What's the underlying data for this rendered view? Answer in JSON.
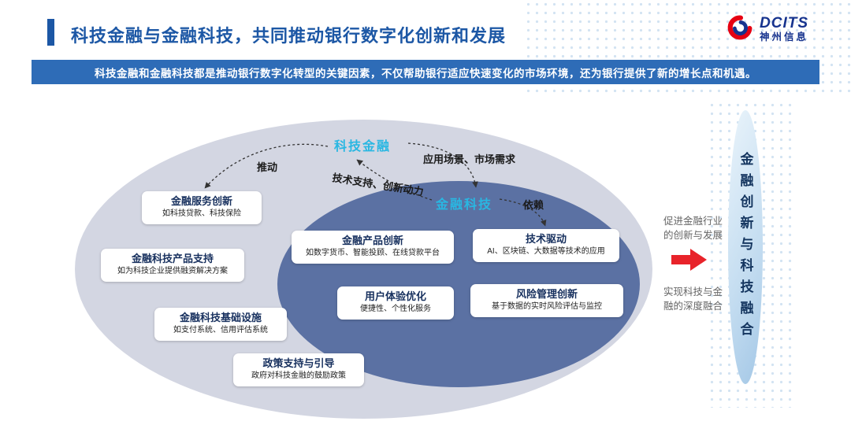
{
  "header": {
    "title": "科技金融与金融科技，共同推动银行数字化创新和发展",
    "logo": {
      "brand": "DCITS",
      "company": "神州信息"
    }
  },
  "banner": {
    "text": "科技金融和金融科技都是推动银行数字化转型的关键因素，不仅帮助银行适应快速变化的市场环境，还为银行提供了新的增长点和机遇。"
  },
  "diagram": {
    "tech_finance_label": "科技金融",
    "fintech_label": "金融科技",
    "edge_labels": {
      "push": "推动",
      "application": "应用场景、市场需求",
      "support": "技术支持、创新动力",
      "depend": "依赖"
    },
    "outer_boxes": [
      {
        "title": "金融服务创新",
        "desc": "如科技贷款、科技保险"
      },
      {
        "title": "金融科技产品支持",
        "desc": "如为科技企业提供融资解决方案"
      },
      {
        "title": "金融科技基础设施",
        "desc": "如支付系统、信用评估系统"
      },
      {
        "title": "政策支持与引导",
        "desc": "政府对科技金融的鼓励政策"
      }
    ],
    "inner_boxes": [
      {
        "title": "金融产品创新",
        "desc": "如数字货币、智能投顾、在线贷款平台"
      },
      {
        "title": "技术驱动",
        "desc": "AI、区块链、大数据等技术的应用"
      },
      {
        "title": "用户体验优化",
        "desc": "便捷性、个性化服务"
      },
      {
        "title": "风险管理创新",
        "desc": "基于数据的实时风险评估与监控"
      }
    ]
  },
  "right_panel": {
    "top_text": "促进金融行业的创新与发展",
    "bottom_text": "实现科技与金融的深度融合",
    "vertical_label": "金融创新与科技融合"
  },
  "icons": {
    "logo_icon": "dcits-swirl-icon",
    "arrow_icon": "red-right-arrow-icon"
  },
  "colors": {
    "title_blue": "#1c57a5",
    "banner_blue": "#2e6cb7",
    "cyan_accent": "#29b7e2",
    "outer_ellipse": "#d3d6e2",
    "inner_ellipse": "#5b71a3",
    "red_arrow": "#e8232a",
    "logo_blue": "#16338e",
    "logo_red": "#e60012"
  }
}
